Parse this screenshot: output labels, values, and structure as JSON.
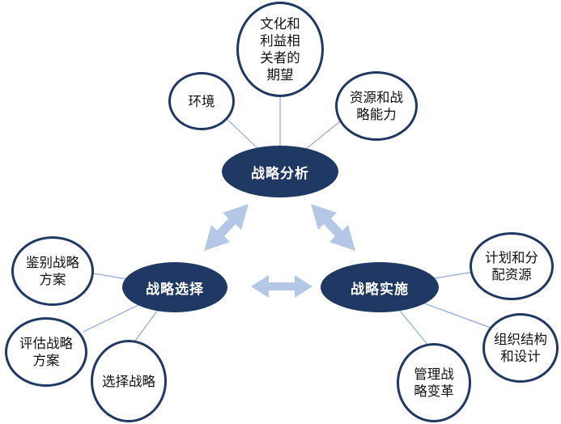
{
  "colors": {
    "hub": "#1f3864",
    "ring": "#1f3864",
    "connector": "#8eaadb",
    "arrow": "#b4c7e7"
  },
  "hubs": {
    "analysis": "战略分析",
    "choice": "战略选择",
    "implementation": "战略实施"
  },
  "nodes": {
    "environment": {
      "lines": [
        "环境"
      ]
    },
    "culture": {
      "lines": [
        "文化和",
        "利益相",
        "关者的",
        "期望"
      ]
    },
    "resources": {
      "lines": [
        "资源和战",
        "略能力"
      ]
    },
    "identify": {
      "lines": [
        "鉴别战略",
        "方案"
      ]
    },
    "evaluate": {
      "lines": [
        "评估战略",
        "方案"
      ]
    },
    "select": {
      "lines": [
        "选择战略"
      ]
    },
    "plan": {
      "lines": [
        "计划和分",
        "配资源"
      ]
    },
    "organize": {
      "lines": [
        "组织结构",
        "和设计"
      ]
    },
    "change": {
      "lines": [
        "管理战",
        "略变革"
      ]
    }
  }
}
